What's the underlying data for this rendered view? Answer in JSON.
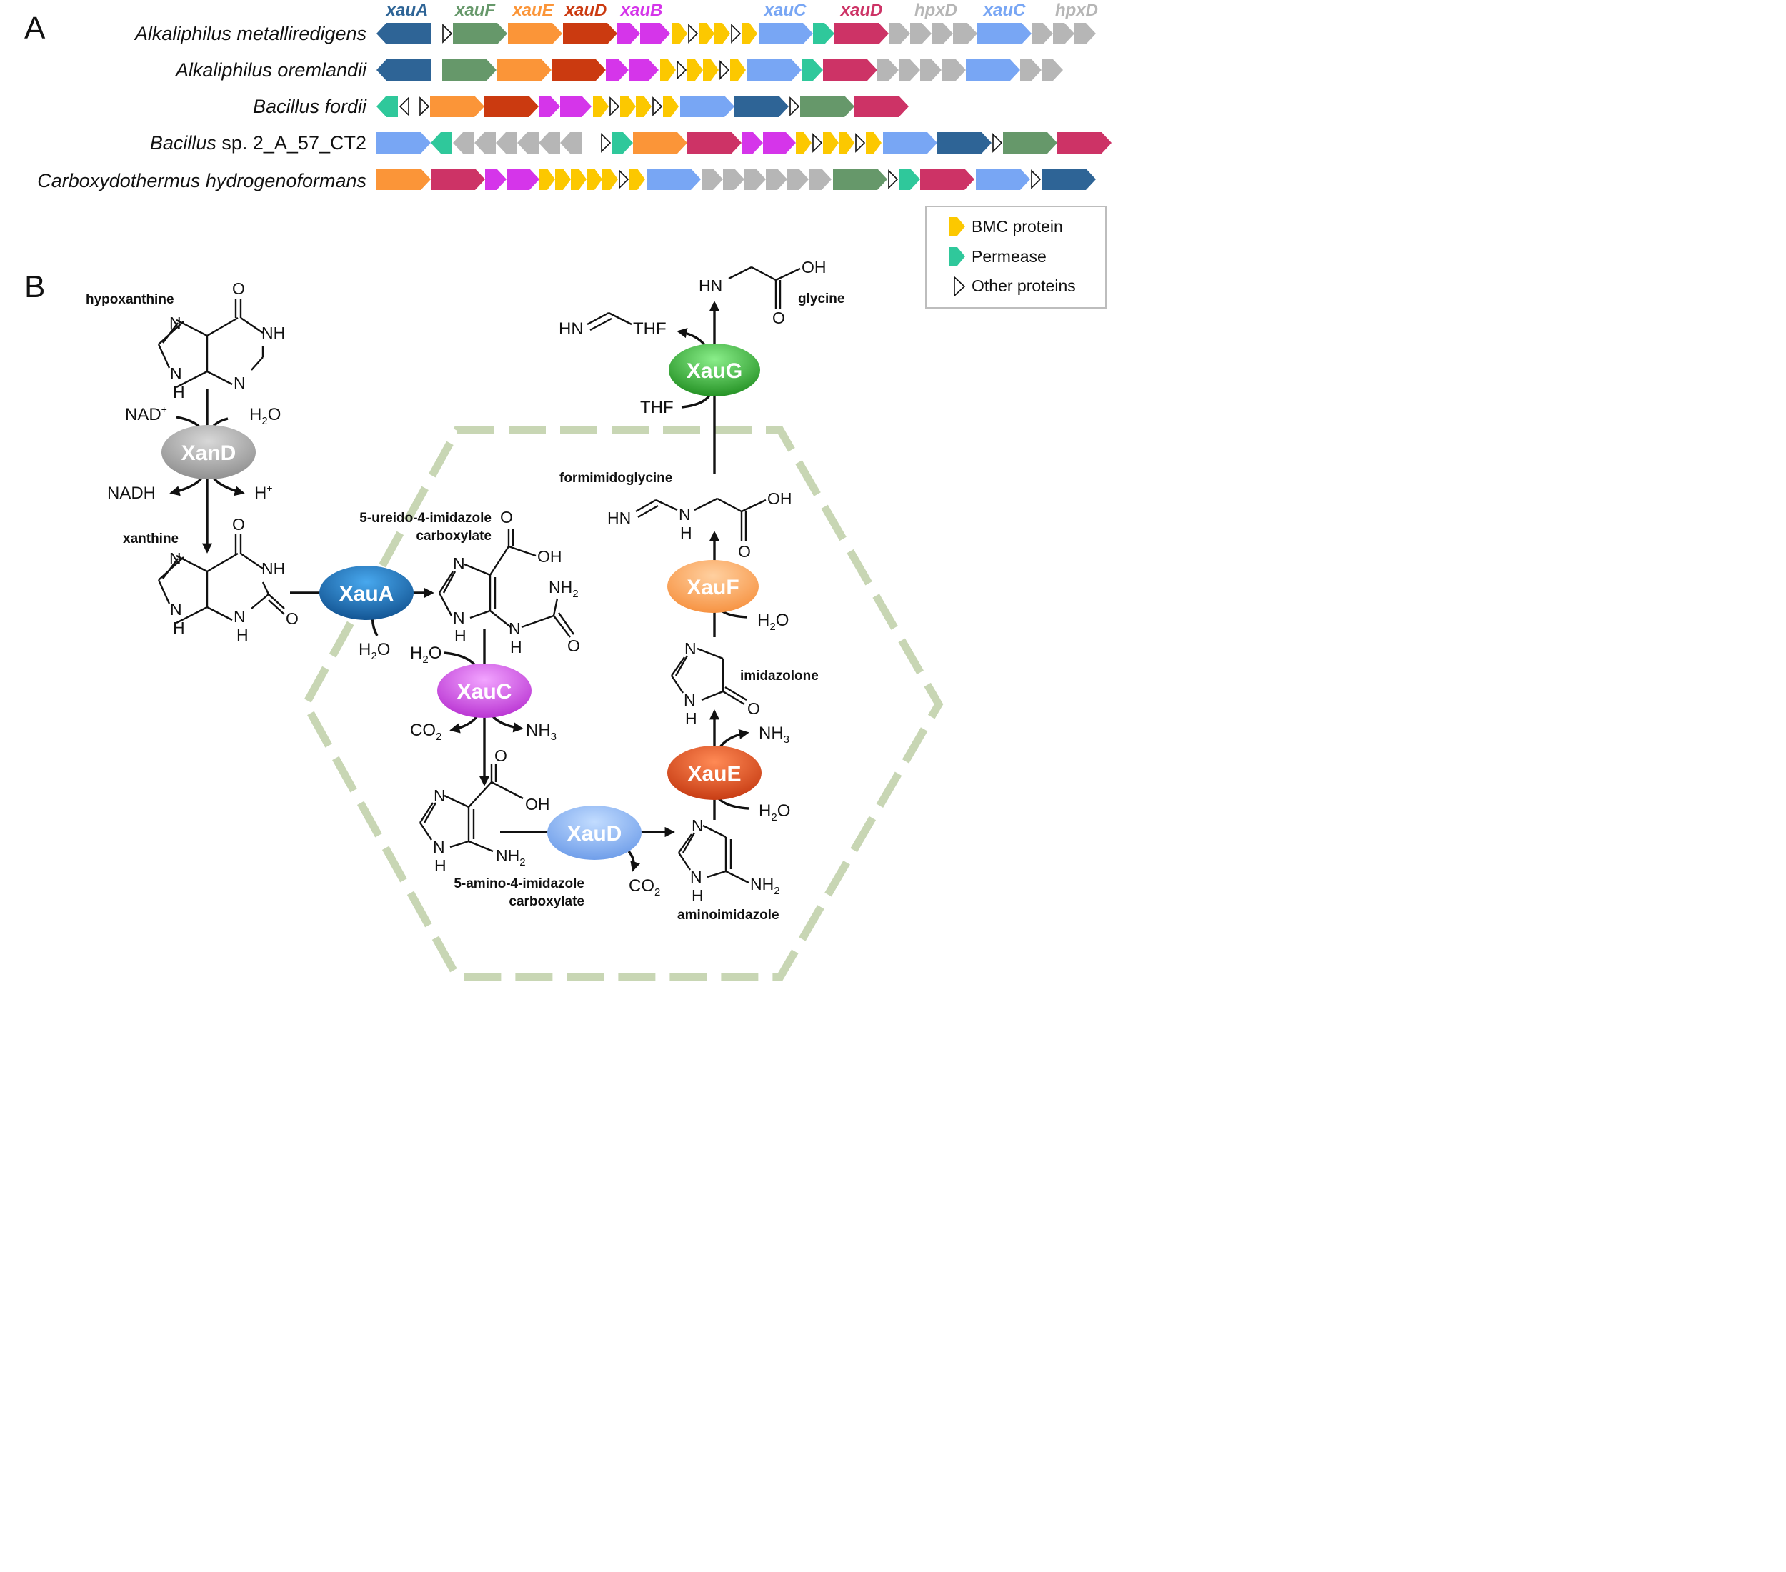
{
  "panels": {
    "a": "A",
    "b": "B"
  },
  "gene_colors": {
    "xauA": "#2e6496",
    "xauF": "#66986a",
    "xauE": "#fb9538",
    "xauDtop": "#cb3a10",
    "xauB": "#d535ea",
    "bmc": "#fcc800",
    "xauC": "#78a6f4",
    "permease": "#2fc89b",
    "xauD": "#cd3366",
    "hpxD": "#b6b6b6",
    "other": "#ffffff"
  },
  "gene_labels": [
    {
      "text": "xauA",
      "color": "#2e6496"
    },
    {
      "text": "xauF",
      "color": "#66986a"
    },
    {
      "text": "xauE",
      "color": "#fb9538"
    },
    {
      "text": "xauD",
      "color": "#cb3a10"
    },
    {
      "text": "xauB",
      "color": "#d535ea"
    },
    {
      "text": "xauC",
      "color": "#78a6f4"
    },
    {
      "text": "xauD",
      "color": "#cd3366"
    },
    {
      "text": "hpxD",
      "color": "#b6b6b6"
    },
    {
      "text": "xauC",
      "color": "#78a6f4"
    },
    {
      "text": "hpxD",
      "color": "#b6b6b6"
    }
  ],
  "species": [
    {
      "name": "Alkaliphilus metalliredigens",
      "suffix": ""
    },
    {
      "name": "Alkaliphilus oremlandii",
      "suffix": ""
    },
    {
      "name": "Bacillus fordii",
      "suffix": ""
    },
    {
      "name": "Bacillus",
      "suffix": " sp. 2_A_57_CT2"
    },
    {
      "name": "Carboxydothermus hydrogenoformans",
      "suffix": ""
    }
  ],
  "legend": {
    "bmc": "BMC protein",
    "permease": "Permease",
    "other": "Other proteins"
  },
  "enzymes": {
    "xand": {
      "label": "XanD",
      "c1": "#d8d8d8",
      "c2": "#8c8c8c"
    },
    "xaua": {
      "label": "XauA",
      "c1": "#48a8ee",
      "c2": "#10508e"
    },
    "xauc": {
      "label": "XauC",
      "c1": "#f2a4ff",
      "c2": "#b62ed0"
    },
    "xaud": {
      "label": "XauD",
      "c1": "#c2dcff",
      "c2": "#6a9ae8"
    },
    "xaue": {
      "label": "XauE",
      "c1": "#ff8a55",
      "c2": "#c43810"
    },
    "xauf": {
      "label": "XauF",
      "c1": "#ffd0a0",
      "c2": "#f68f3c"
    },
    "xaug": {
      "label": "XauG",
      "c1": "#8aee8a",
      "c2": "#1e8c1e"
    }
  },
  "compounds": {
    "hypoxanthine": "hypoxanthine",
    "xanthine": "xanthine",
    "ureido_1": "5-ureido-4-imidazole",
    "ureido_2": "carboxylate",
    "amino_1": "5-amino-4-imidazole",
    "amino_2": "carboxylate",
    "aminoimidazole": "aminoimidazole",
    "imidazolone": "imidazolone",
    "formimidoglycine": "formimidoglycine",
    "glycine": "glycine"
  },
  "cosubstrates": {
    "nad": "NAD",
    "nad_sup": "+",
    "h2o_main": "H",
    "h2o_sub": "2",
    "h2o_o": "O",
    "nadh": "NADH",
    "hplus": "H",
    "hplus_sup": "+",
    "co2_c": "CO",
    "co2_sub": "2",
    "nh3_n": "NH",
    "nh3_sub": "3",
    "thf": "THF",
    "hn_thf": "HN",
    "thf2": "THF"
  },
  "atoms": {
    "O": "O",
    "N": "N",
    "NH": "NH",
    "H": "H",
    "OH": "OH",
    "HN": "HN",
    "NH2": "NH",
    "sub2": "2"
  }
}
